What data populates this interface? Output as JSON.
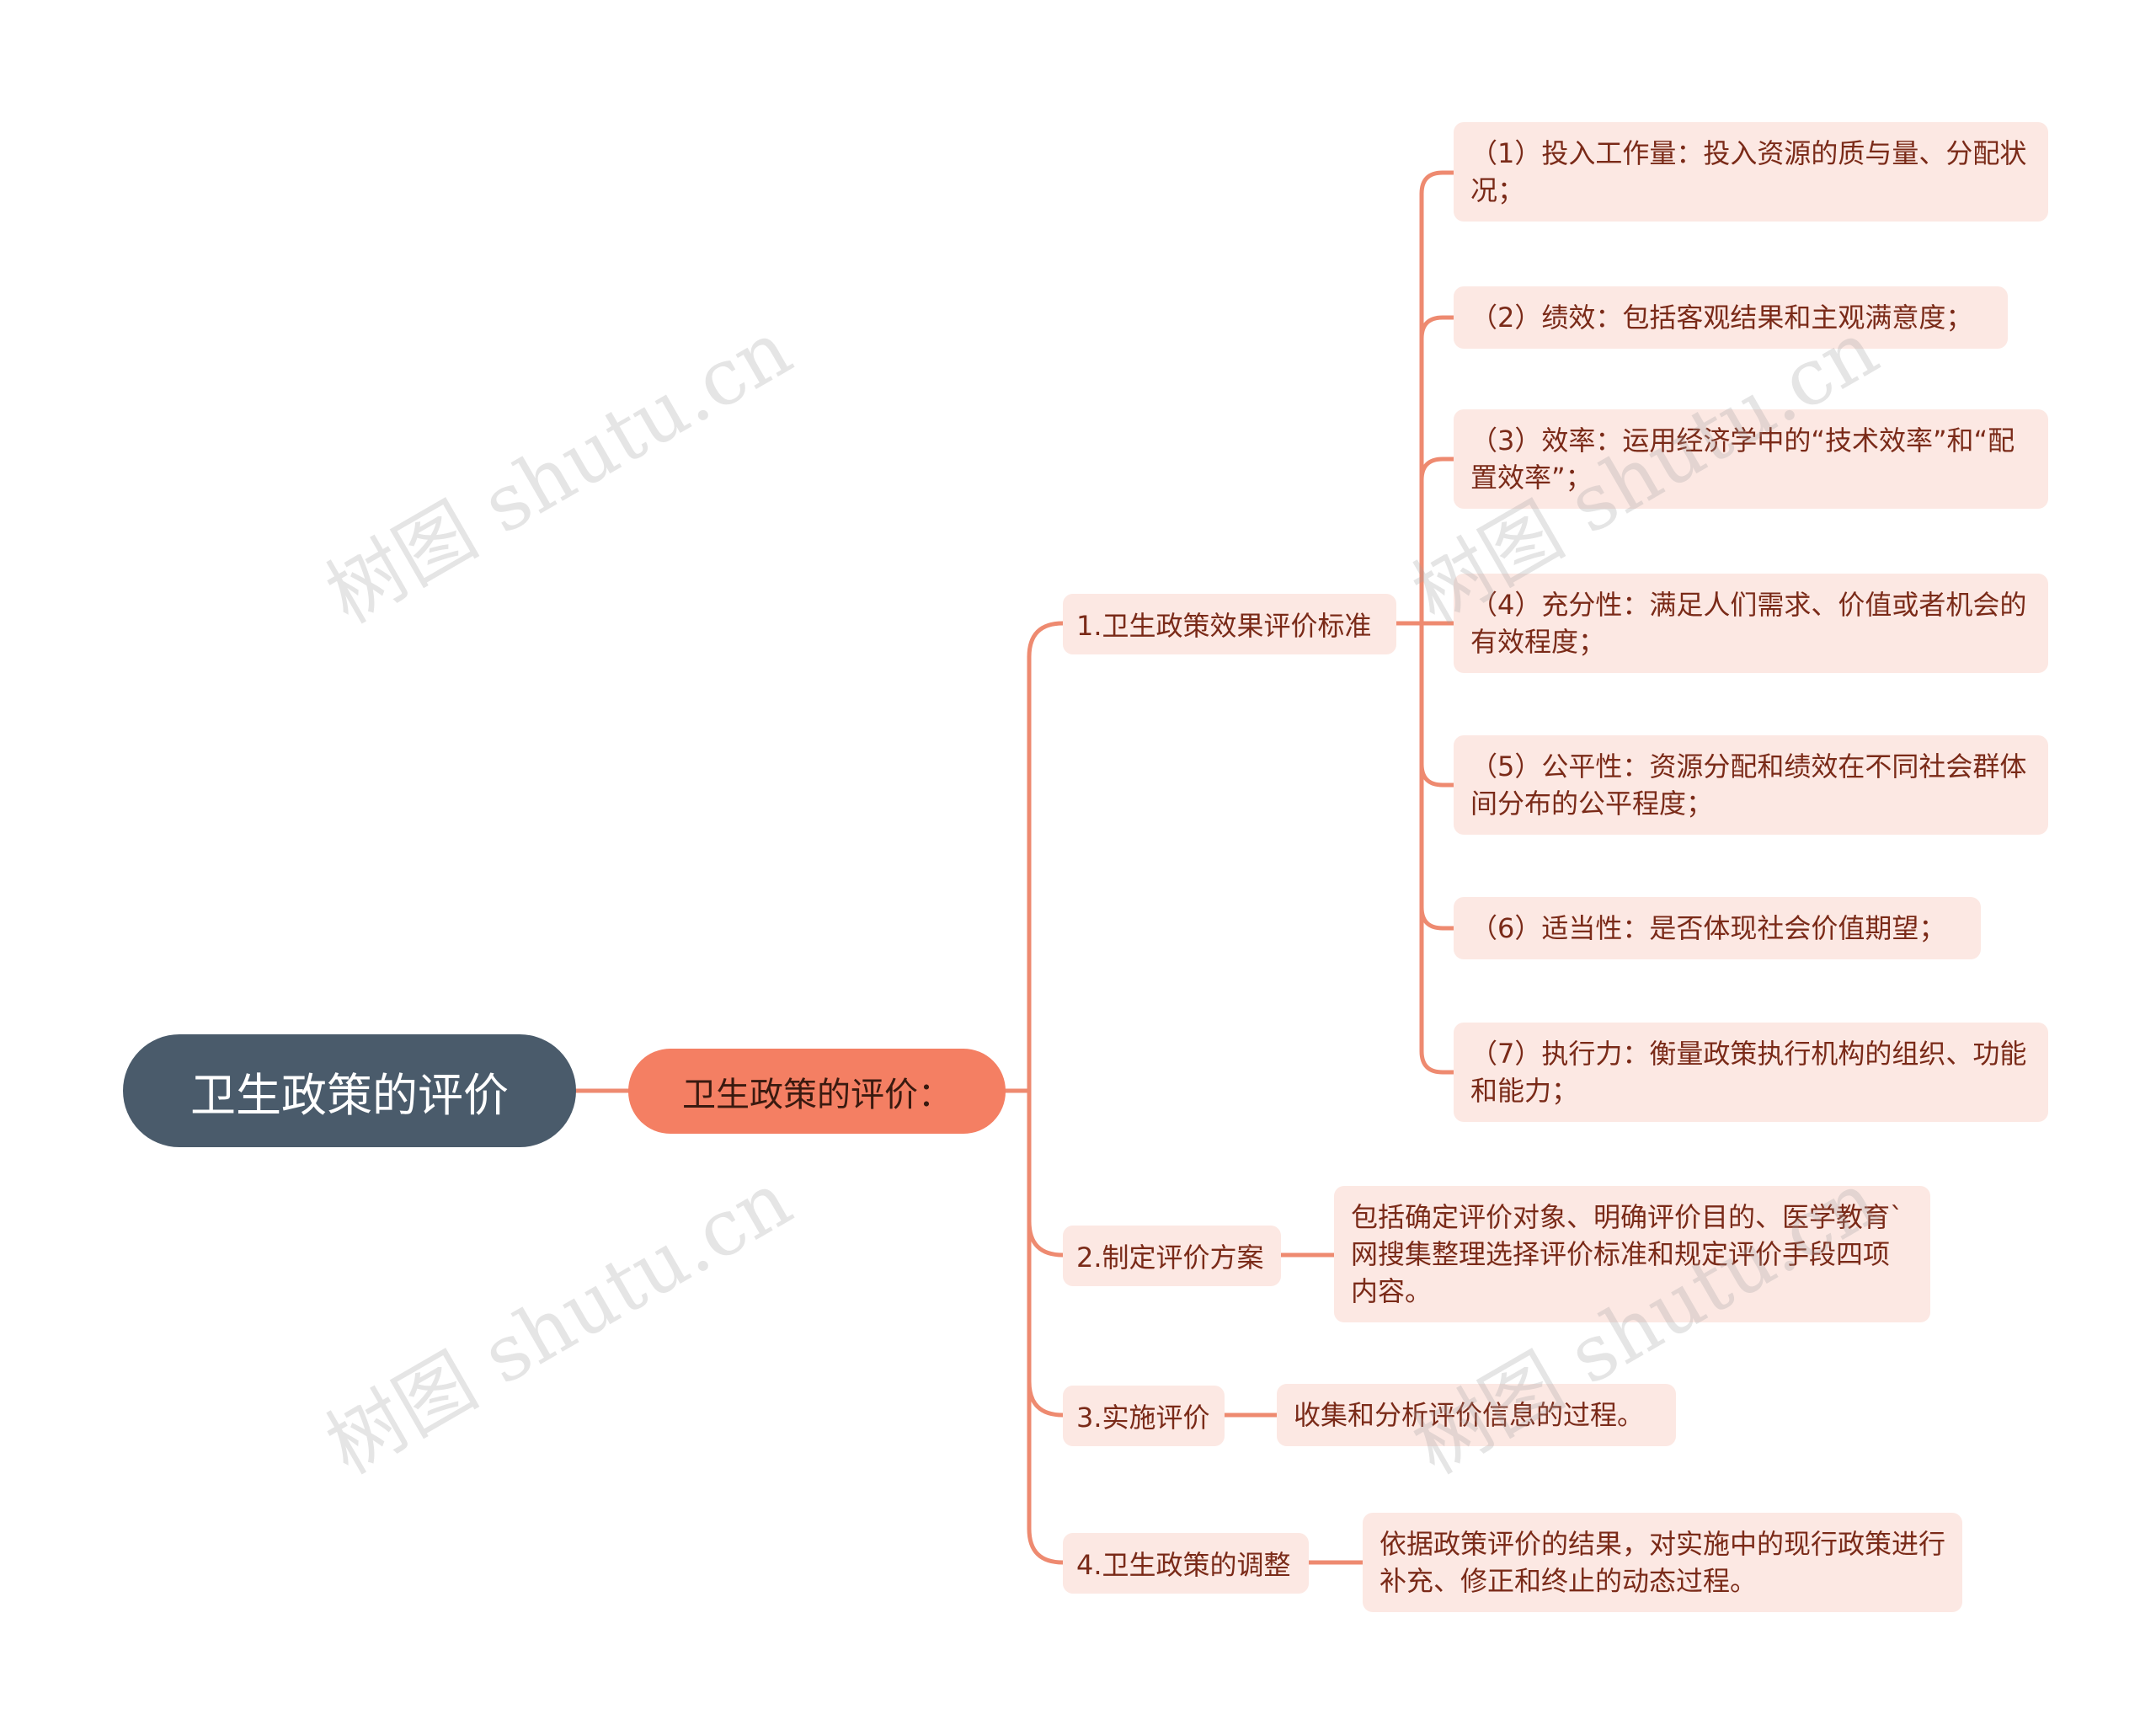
{
  "colors": {
    "root_bg": "#4a5b6b",
    "sub_bg": "#f47f63",
    "node_bg": "#fce8e3",
    "line": "#ee8a70",
    "text": "#7a2a18"
  },
  "root": {
    "label": "卫生政策的评价"
  },
  "main": {
    "label": "卫生政策的评价："
  },
  "branches": [
    {
      "label": "1.卫生政策效果评价标准"
    },
    {
      "label": "2.制定评价方案"
    },
    {
      "label": "3.实施评价"
    },
    {
      "label": "4.卫生政策的调整"
    }
  ],
  "criteria": [
    {
      "text": "（1）投入工作量：投入资源的质与量、分配状况；"
    },
    {
      "text": "（2）绩效：包括客观结果和主观满意度；"
    },
    {
      "text": "（3）效率：运用经济学中的“技术效率”和“配置效率”；"
    },
    {
      "text": "（4）充分性：满足人们需求、价值或者机会的有效程度；"
    },
    {
      "text": "（5）公平性：资源分配和绩效在不同社会群体间分布的公平程度；"
    },
    {
      "text": "（6）适当性：是否体现社会价值期望；"
    },
    {
      "text": "（7）执行力：衡量政策执行机构的组织、功能和能力；"
    }
  ],
  "details": [
    {
      "text": "包括确定评价对象、明确评价目的、医学教育`网搜集整理选择评价标准和规定评价手段四项内容。"
    },
    {
      "text": "收集和分析评价信息的过程。"
    },
    {
      "text": "依据政策评价的结果，对实施中的现行政策进行补充、修正和终止的动态过程。"
    }
  ],
  "watermark": {
    "text": "树图 shutu.cn"
  }
}
